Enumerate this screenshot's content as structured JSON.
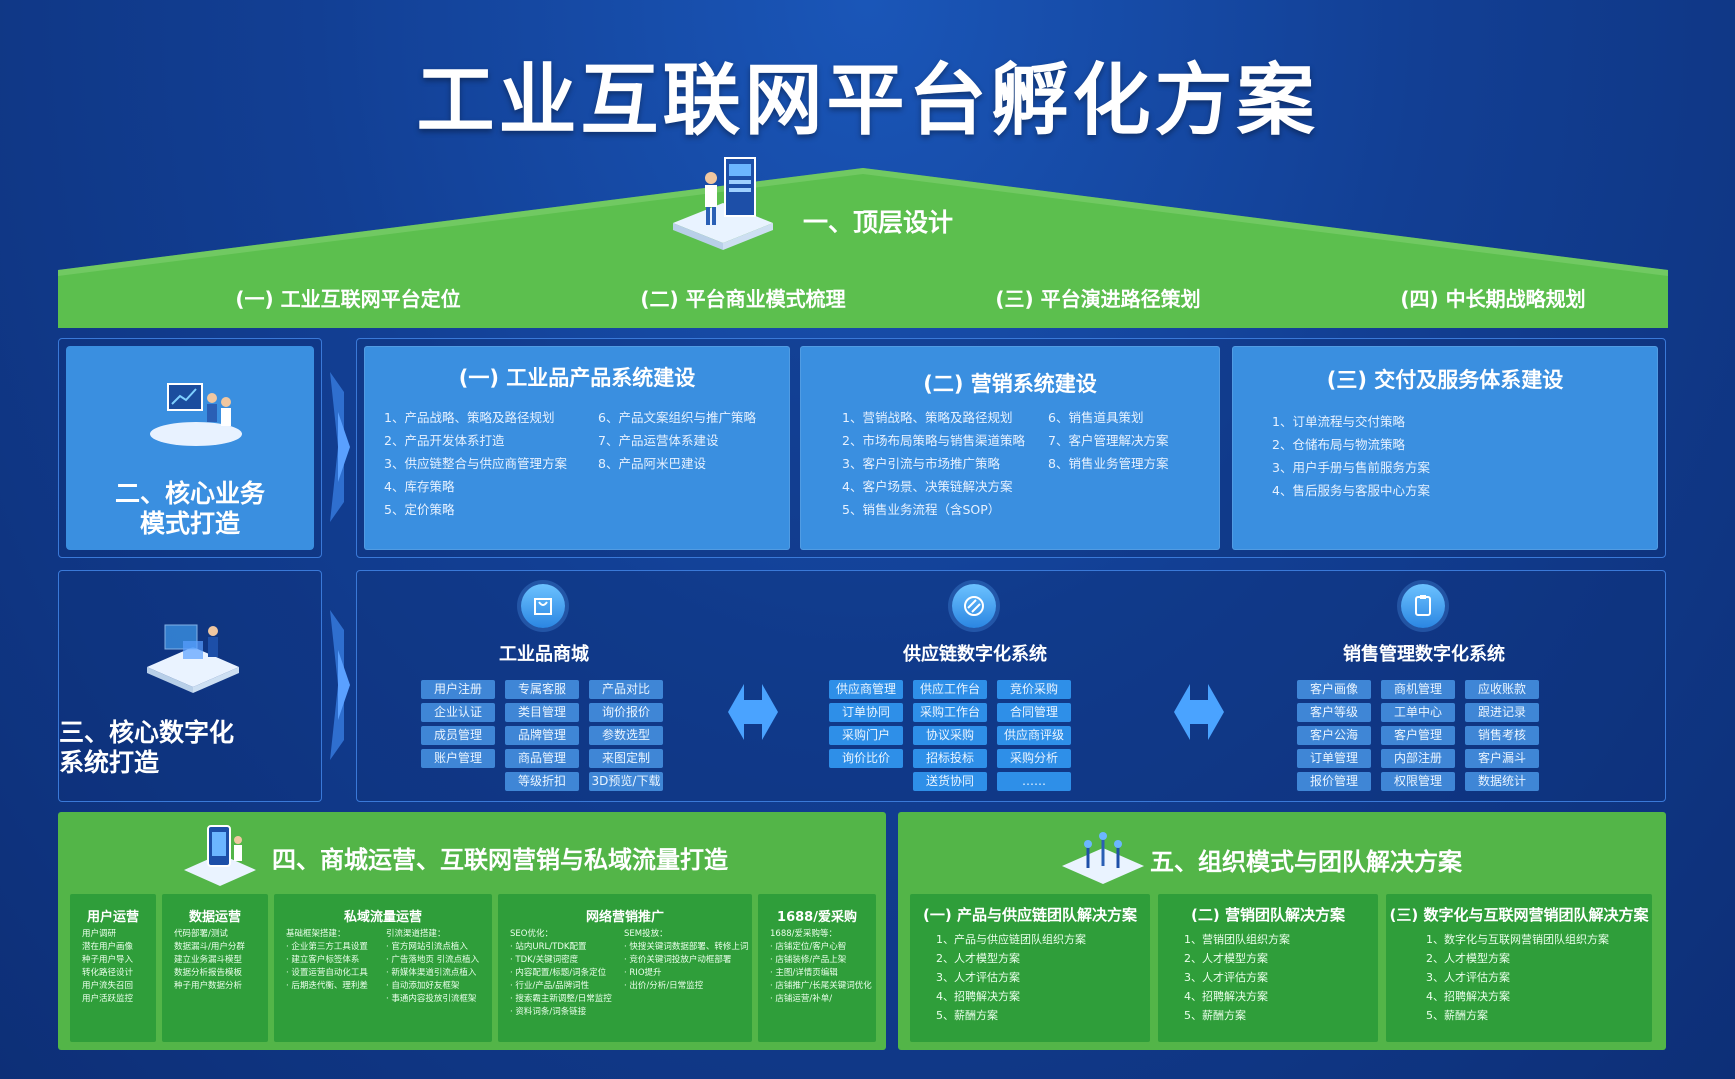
{
  "title": "工业互联网平台孵化方案",
  "top_design": {
    "title": "一、顶层设计",
    "items": [
      "(一) 工业互联网平台定位",
      "(二) 平台商业模式梳理",
      "(三) 平台演进路径策划",
      "(四) 中长期战略规划"
    ]
  },
  "core_business": {
    "label_line1": "二、核心业务",
    "label_line2": "模式打造",
    "panels": [
      {
        "title": "(一) 工业品产品系统建设",
        "col1": [
          "1、产品战略、策略及路径规划",
          "2、产品开发体系打造",
          "3、供应链整合与供应商管理方案",
          "4、库存策略",
          "5、定价策略"
        ],
        "col2": [
          "6、产品文案组织与推广策略",
          "7、产品运营体系建设",
          "8、产品阿米巴建设"
        ]
      },
      {
        "title": "(二) 营销系统建设",
        "col1": [
          "1、营销战略、策略及路径规划",
          "2、市场布局策略与销售渠道策略",
          "3、客户引流与市场推广策略",
          "4、客户场景、决策链解决方案",
          "5、销售业务流程（含SOP）"
        ],
        "col2": [
          "6、销售道具策划",
          "7、客户管理解决方案",
          "8、销售业务管理方案"
        ]
      },
      {
        "title": "(三) 交付及服务体系建设",
        "col1": [
          "1、订单流程与交付策略",
          "2、仓储布局与物流策略",
          "3、用户手册与售前服务方案",
          "4、售后服务与客服中心方案"
        ],
        "col2": []
      }
    ]
  },
  "core_digital": {
    "label_line1": "三、核心数字化",
    "label_line2": "系统打造",
    "systems": [
      {
        "title": "工业品商城",
        "tags": [
          [
            "用户注册",
            "专属客服",
            "产品对比"
          ],
          [
            "企业认证",
            "类目管理",
            "询价报价"
          ],
          [
            "成员管理",
            "品牌管理",
            "参数选型"
          ],
          [
            "账户管理",
            "商品管理",
            "来图定制"
          ],
          [
            "",
            "等级折扣",
            "3D预览/下载"
          ]
        ]
      },
      {
        "title": "供应链数字化系统",
        "tags": [
          [
            "供应商管理",
            "供应工作台",
            "竞价采购"
          ],
          [
            "订单协同",
            "采购工作台",
            "合同管理"
          ],
          [
            "采购门户",
            "协议采购",
            "供应商评级"
          ],
          [
            "询价比价",
            "招标投标",
            "采购分析"
          ],
          [
            "",
            "送货协同",
            "……"
          ]
        ]
      },
      {
        "title": "销售管理数字化系统",
        "tags": [
          [
            "客户画像",
            "商机管理",
            "应收账款"
          ],
          [
            "客户等级",
            "工单中心",
            "跟进记录"
          ],
          [
            "客户公海",
            "客户管理",
            "销售考核"
          ],
          [
            "订单管理",
            "内部注册",
            "客户漏斗"
          ],
          [
            "报价管理",
            "权限管理",
            "数据统计"
          ]
        ]
      }
    ]
  },
  "operations": {
    "title": "四、商城运营、互联网营销与私域流量打造",
    "columns": [
      {
        "title": "用户运营",
        "lines": [
          "用户调研",
          "潜在用户画像",
          "种子用户导入",
          "转化路径设计",
          "用户流失召回",
          "用户活跃监控"
        ]
      },
      {
        "title": "数据运营",
        "lines": [
          "代码部署/测试",
          "数据漏斗/用户分群",
          "建立业务漏斗模型",
          "数据分析报告模板",
          "种子用户数据分析"
        ]
      },
      {
        "title": "私域流量运营",
        "lines": [
          "基础框架搭建：",
          "· 企业第三方工具设置",
          "· 建立客户标签体系",
          "· 设置运营自动化工具",
          "· 后期迭代衡、理利差"
        ],
        "lines2": [
          "引流渠道搭建：",
          "· 官方网站引流点植入",
          "· 广告落地页 引流点植入",
          "· 新媒体渠道引流点植入",
          "· 自动添加好友框架",
          "· 事通内容投放引流框架"
        ]
      },
      {
        "title": "网络营销推广",
        "lines": [
          "SEO优化：",
          "· 站内URL/TDK配置",
          "· TDK/关键词密度",
          "· 内容配置/标题/词条定位",
          "· 行业/产品/品牌词性",
          "· 搜索霸主新调整/日常监控",
          "· 资料词条/词条链接"
        ],
        "lines2": [
          "SEM投放：",
          "· 快搜关键词数据部署、转修上词",
          "· 竞价关键词投放户动框部署",
          "· RIO提升",
          "· 出价/分析/日常监控"
        ]
      },
      {
        "title": "1688/爱采购",
        "lines": [
          "1688/爱采购等：",
          "· 店铺定位/客户心智",
          "· 店铺装修/产品上架",
          "· 主图/详情页编辑",
          "· 店铺推广/长尾关键词优化",
          "· 店铺运营/补单/"
        ]
      }
    ]
  },
  "organization": {
    "title": "五、组织模式与团队解决方案",
    "panels": [
      {
        "title": "(一) 产品与供应链团队解决方案",
        "lines": [
          "1、产品与供应链团队组织方案",
          "2、人才模型方案",
          "3、人才评估方案",
          "4、招聘解决方案",
          "5、薪酬方案"
        ]
      },
      {
        "title": "(二) 营销团队解决方案",
        "lines": [
          "1、营销团队组织方案",
          "2、人才模型方案",
          "3、人才评估方案",
          "4、招聘解决方案",
          "5、薪酬方案"
        ]
      },
      {
        "title": "(三) 数字化与互联网营销团队解决方案",
        "lines": [
          "1、数字化与互联网营销团队组织方案",
          "2、人才模型方案",
          "3、人才评估方案",
          "4、招聘解决方案",
          "5、薪酬方案"
        ]
      }
    ]
  },
  "colors": {
    "background": "#123f94",
    "green": "#53b548",
    "panel_blue": "#3a8fe0",
    "dark_green": "#2f9e3a"
  }
}
